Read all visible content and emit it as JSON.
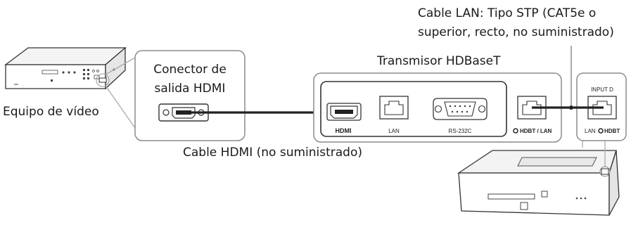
{
  "labels": {
    "video_device": "Equipo de vídeo",
    "hdmi_output_connector": [
      "Conector de",
      "salida HDMI"
    ],
    "transmitter": "Transmisor HDBaseT",
    "hdmi_cable": "Cable HDMI (no suministrado)",
    "lan_cable": [
      "Cable LAN: Tipo STP (CAT5e o",
      "superior, recto, no suministrado)"
    ]
  },
  "port_labels": {
    "hdmi": "HDMI",
    "lan": "LAN",
    "rs232c": "RS-232C",
    "hdbt_lan": "HDBT / LAN",
    "input_d": "INPUT D",
    "projector_lan": "LAN",
    "projector_hdbt": "HDBT"
  }
}
